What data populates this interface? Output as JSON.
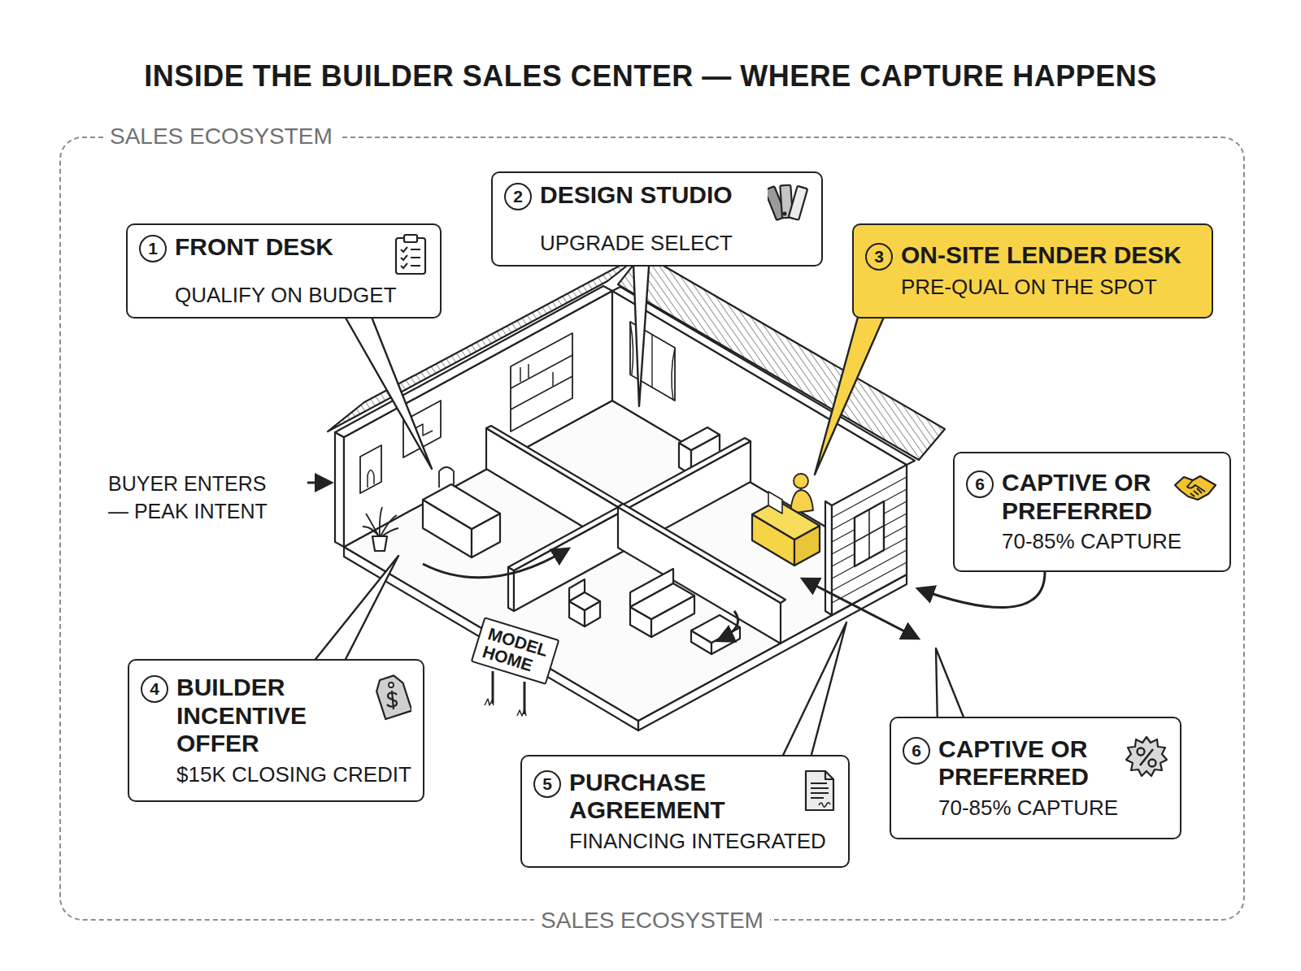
{
  "diagram": {
    "title": "INSIDE THE BUILDER SALES CENTER — WHERE CAPTURE HAPPENS",
    "nodes": [
      {
        "text": [
          "SALES ECOSYSTEM",
          "SALES ECOSYSTEM"
        ]
      },
      {
        "text": [
          "1",
          "FRONT DESK",
          "QUALIFY ON BUDGET"
        ],
        "in": 0
      },
      {
        "text": [
          "2",
          "DESIGN STUDIO",
          "UPGRADE SELECT"
        ],
        "in": 0
      },
      {
        "text": [
          "3",
          "ON-SITE LENDER DESK",
          "PRE-QUAL ON THE SPOT"
        ],
        "in": 0
      },
      {
        "text": [
          "6",
          "CAPTIVE OR PREFERRED",
          "70-85% CAPTURE"
        ],
        "in": 0
      },
      {
        "text": [
          "MODEL HOME"
        ],
        "in": 0
      },
      {
        "text": [
          "4",
          "BUILDER INCENTIVE OFFER",
          "$15K CLOSING CREDIT"
        ],
        "in": 0
      },
      {
        "text": [
          "5",
          "PURCHASE AGREEMENT",
          "FINANCING INTEGRATED"
        ],
        "in": 0
      },
      {
        "text": [
          "6",
          "CAPTIVE OR PREFERRED",
          "70-85% CAPTURE"
        ],
        "in": 0
      }
    ],
    "labels": [
      "BUYER ENTERS — PEAK INTENT"
    ]
  }
}
